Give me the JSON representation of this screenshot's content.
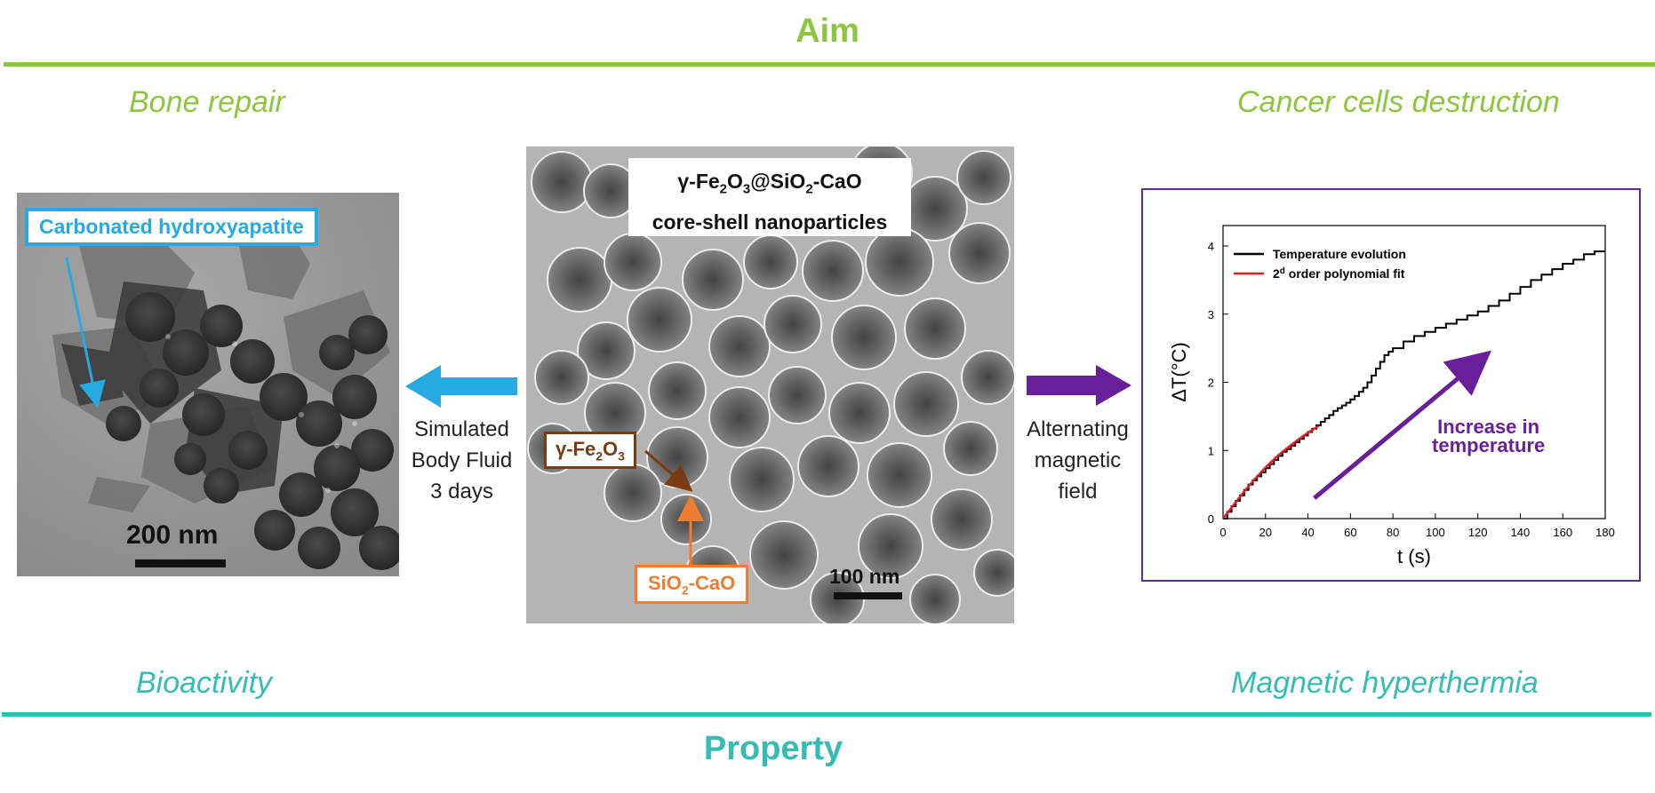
{
  "header": {
    "title": "Aim"
  },
  "footer": {
    "title": "Property"
  },
  "aims": {
    "left": "Bone repair",
    "right": "Cancer cells destruction"
  },
  "properties": {
    "left": "Bioactivity",
    "right": "Magnetic hyperthermia"
  },
  "left_panel": {
    "label": "Carbonated hydroxyapatite",
    "scale_bar": "200 nm",
    "label_color": "#27a9e1"
  },
  "center_panel": {
    "title_line1_prefix": "γ-Fe",
    "title_line1_sub1": "2",
    "title_line1_mid": "O",
    "title_line1_sub2": "3",
    "title_line1_suffix_a": "@SiO",
    "title_line1_sub3": "2",
    "title_line1_suffix_b": "-CaO",
    "title_line2": "core-shell nanoparticles",
    "core_label_prefix": "γ-Fe",
    "core_label_sub1": "2",
    "core_label_mid": "O",
    "core_label_sub2": "3",
    "shell_label_prefix": "SiO",
    "shell_label_sub": "2",
    "shell_label_suffix": "-CaO",
    "scale_bar": "100 nm",
    "core_color": "#7a3b12",
    "shell_color": "#ee7d31"
  },
  "left_arrow": {
    "line1": "Simulated",
    "line2": "Body Fluid",
    "line3": "3 days",
    "color": "#27a9e1"
  },
  "right_arrow": {
    "line1": "Alternating",
    "line2": "magnetic",
    "line3": "field",
    "color": "#6a1f9a"
  },
  "chart_data": {
    "type": "line",
    "title": "",
    "xlabel": "t (s)",
    "ylabel": "ΔT(°C)",
    "xlim": [
      0,
      180
    ],
    "ylim": [
      0,
      4.3
    ],
    "xticks": [
      0,
      20,
      40,
      60,
      80,
      100,
      120,
      140,
      160,
      180
    ],
    "yticks": [
      0,
      1,
      2,
      3,
      4
    ],
    "legend_position": "top-left",
    "annotation": {
      "line1": "Increase in",
      "line2": "temperature",
      "color": "#6a1f9a"
    },
    "series": [
      {
        "name": "Temperature evolution",
        "color": "#000000",
        "x": [
          0,
          2,
          4,
          6,
          8,
          10,
          12,
          14,
          16,
          18,
          20,
          22,
          24,
          26,
          28,
          30,
          32,
          34,
          36,
          38,
          40,
          42,
          44,
          46,
          48,
          50,
          52,
          54,
          56,
          58,
          60,
          62,
          64,
          66,
          68,
          70,
          72,
          74,
          76,
          78,
          80,
          85,
          90,
          95,
          100,
          105,
          110,
          115,
          120,
          125,
          130,
          135,
          140,
          145,
          150,
          155,
          160,
          165,
          170,
          175,
          180
        ],
        "y": [
          0,
          0.1,
          0.18,
          0.26,
          0.34,
          0.42,
          0.5,
          0.56,
          0.62,
          0.68,
          0.74,
          0.8,
          0.86,
          0.92,
          0.98,
          1.02,
          1.07,
          1.12,
          1.17,
          1.22,
          1.27,
          1.32,
          1.37,
          1.42,
          1.47,
          1.52,
          1.58,
          1.62,
          1.66,
          1.7,
          1.75,
          1.8,
          1.86,
          1.92,
          2.0,
          2.1,
          2.2,
          2.3,
          2.4,
          2.45,
          2.5,
          2.6,
          2.68,
          2.74,
          2.8,
          2.86,
          2.92,
          2.98,
          3.04,
          3.12,
          3.2,
          3.3,
          3.4,
          3.5,
          3.58,
          3.66,
          3.74,
          3.8,
          3.88,
          3.92,
          3.92
        ]
      },
      {
        "name": "2",
        "name_sup": "d",
        "name_rest": " order polynomial fit",
        "color": "#e41a1c",
        "x": [
          0,
          5,
          10,
          15,
          20,
          25,
          30,
          35,
          40,
          45
        ],
        "y": [
          0,
          0.2,
          0.4,
          0.58,
          0.75,
          0.9,
          1.03,
          1.15,
          1.26,
          1.36
        ]
      }
    ]
  }
}
